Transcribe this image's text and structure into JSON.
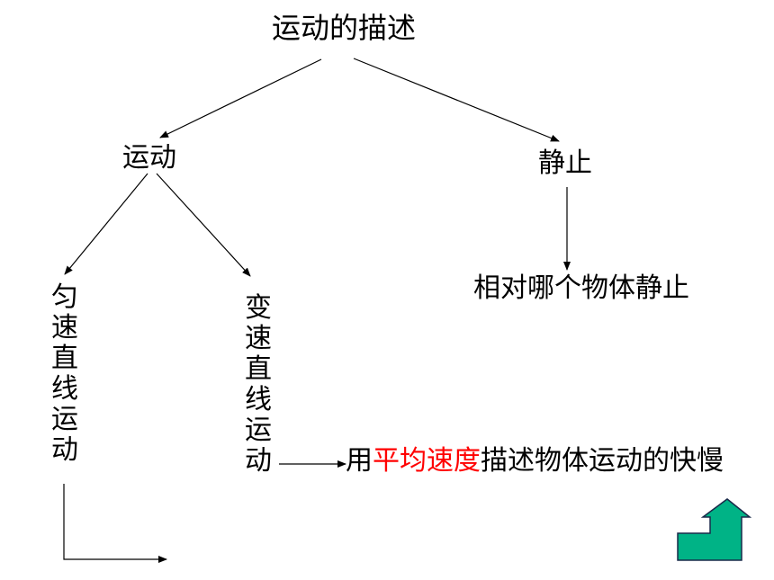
{
  "diagram": {
    "title": "运动的描述",
    "motion": "运动",
    "rest": "静止",
    "rest_reference": "相对哪个物体静止",
    "uniform_linear_motion": "匀速直线运动",
    "variable_linear_motion": "变速直线运动",
    "average_speed_sentence": {
      "prefix": "用",
      "highlight": "平均速度",
      "suffix": "描述物体运动的快慢"
    }
  },
  "colors": {
    "highlight": "#ff0000",
    "return_button_fill": "#00b386",
    "return_button_stroke": "#1a2a4a"
  },
  "icons": {
    "return_button": "return-arrow-icon"
  }
}
